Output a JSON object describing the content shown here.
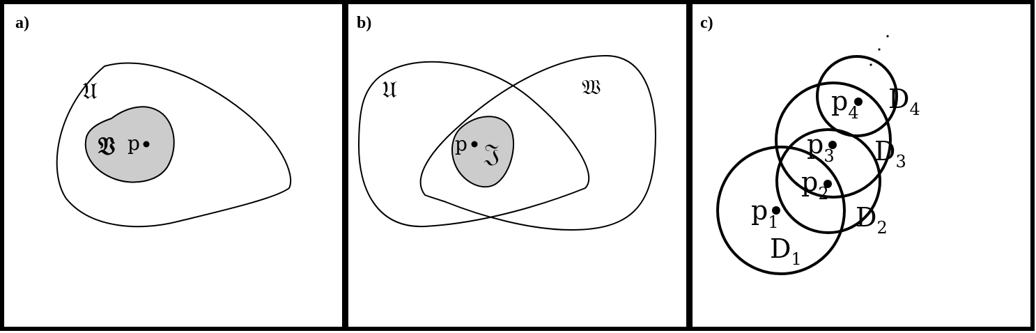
{
  "panels": [
    {
      "label": "a)",
      "sets": {
        "outer": "𝔘",
        "inner": "𝔙"
      },
      "point": "p"
    },
    {
      "label": "b)",
      "sets": {
        "left": "𝔘",
        "right": "𝔚",
        "intersection": "𝔍"
      },
      "point": "p"
    },
    {
      "label": "c)",
      "points": [
        {
          "name": "p",
          "index": "1"
        },
        {
          "name": "p",
          "index": "2"
        },
        {
          "name": "p",
          "index": "3"
        },
        {
          "name": "p",
          "index": "4"
        }
      ],
      "discs": [
        {
          "name": "D",
          "index": "1"
        },
        {
          "name": "D",
          "index": "2"
        },
        {
          "name": "D",
          "index": "3"
        },
        {
          "name": "D",
          "index": "4"
        }
      ]
    }
  ],
  "colors": {
    "frame": "#000000",
    "shade": "#cccccc",
    "background": "#ffffff"
  }
}
